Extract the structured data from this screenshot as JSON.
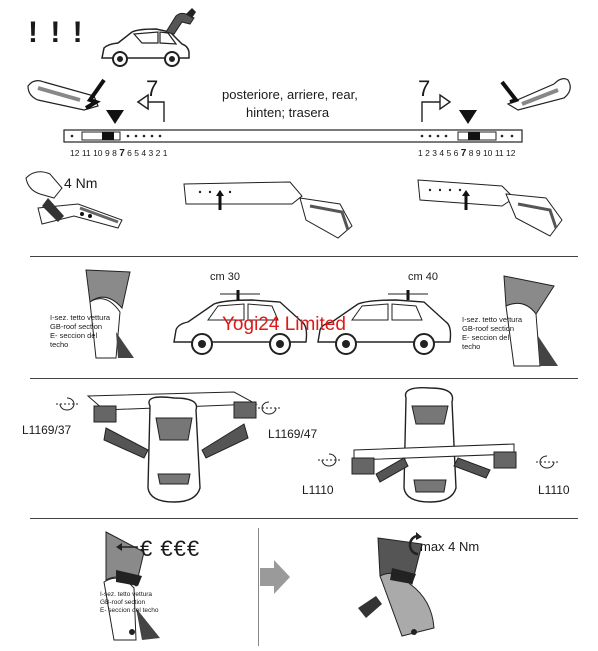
{
  "header": {
    "warning": "! ! !"
  },
  "rear_label": {
    "line1": "posteriore, arriere, rear,",
    "line2": "hinten; trasera"
  },
  "arrow_number_left": "7",
  "arrow_number_right": "7",
  "scale_left": {
    "nums": [
      "12",
      "11",
      "10",
      "9",
      "8",
      "7",
      "6",
      "5",
      "4",
      "3",
      "2",
      "1"
    ],
    "highlight": "7"
  },
  "scale_right": {
    "nums": [
      "1",
      "2",
      "3",
      "4",
      "5",
      "6",
      "7",
      "8",
      "9",
      "10",
      "11",
      "12"
    ],
    "highlight": "7"
  },
  "torque_top": "4 Nm",
  "roof_section_left": {
    "l1": "I-sez. tetto vettura",
    "l2": "GB-roof section",
    "l3": "E- seccion del",
    "l4": "techo"
  },
  "roof_section_right": {
    "l1": "I-sez. tetto vettura",
    "l2": "GB-roof section",
    "l3": "E- seccion del",
    "l4": "techo"
  },
  "distance_front": "cm 30",
  "distance_rear": "cm 40",
  "watermark": "Yogi24 Limited",
  "bars": {
    "front_left": "L1169/37",
    "front_right": "L1169/47",
    "rear_left": "L1110",
    "rear_right": "L1110"
  },
  "roof_section_small": {
    "l1": "I-sez. tetto vettura",
    "l2": "GB-roof section",
    "l3": "E- seccion del techo"
  },
  "torque_bottom": "max 4 Nm",
  "ccc_symbols": "€ €€€"
}
